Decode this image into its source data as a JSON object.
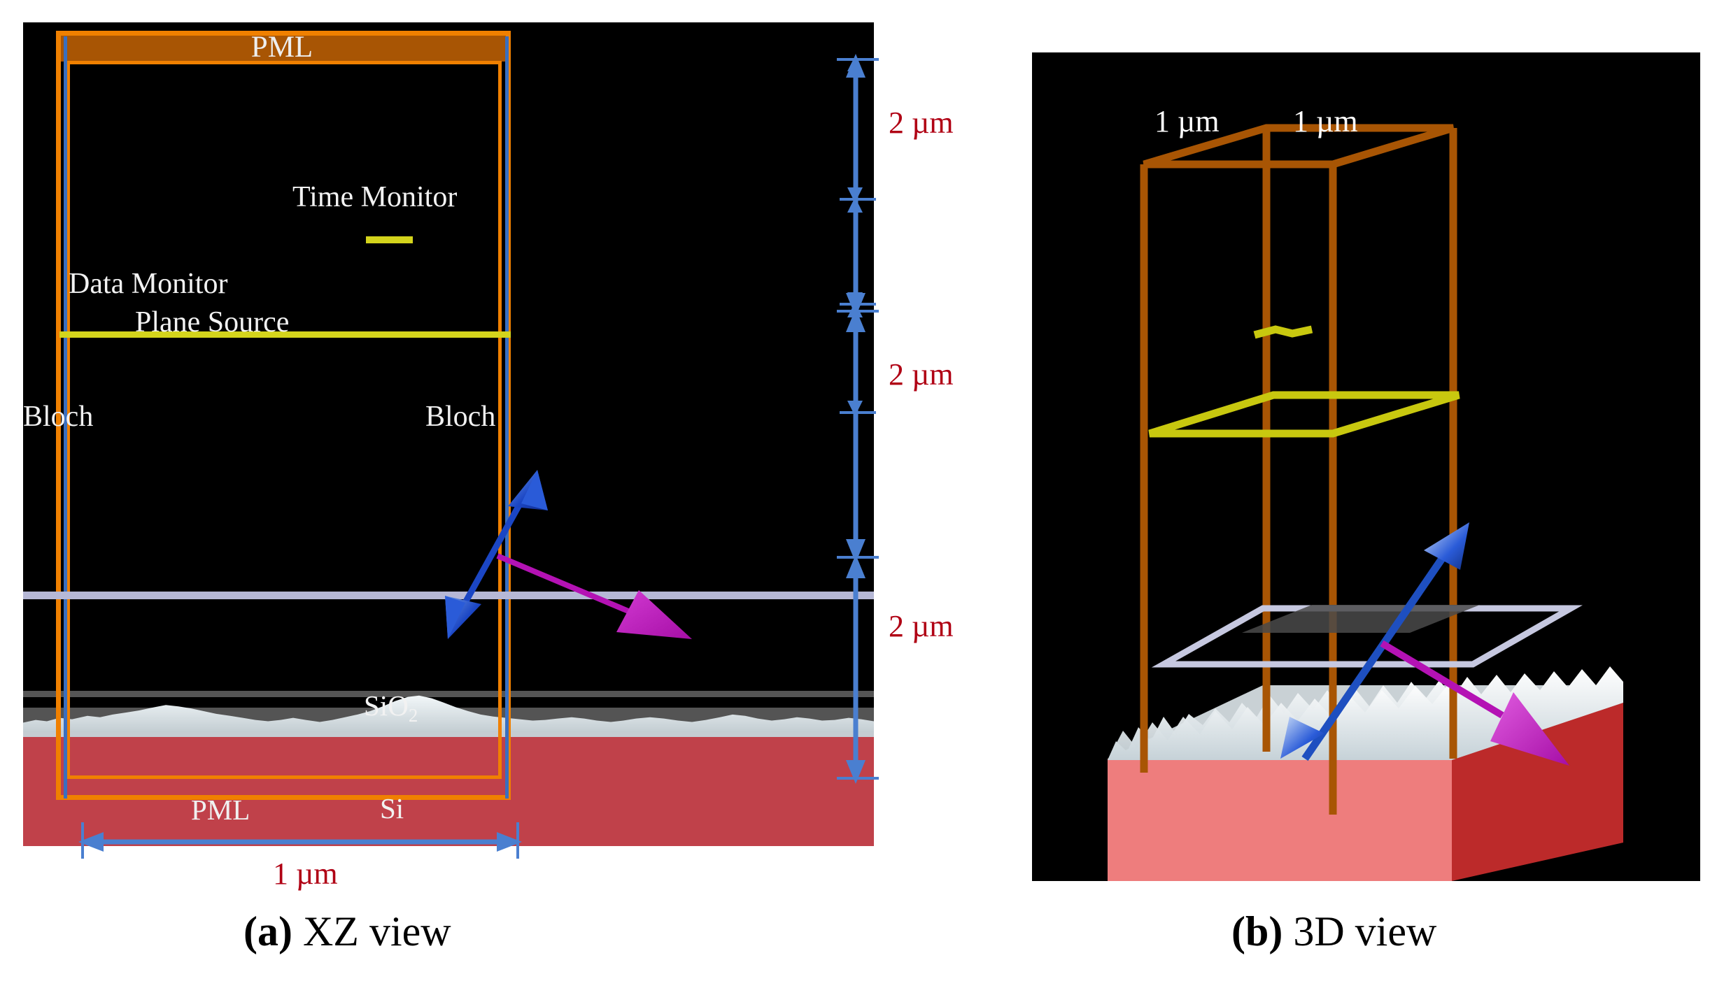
{
  "figure": {
    "title_absent": true,
    "panels": [
      {
        "id": "a",
        "caption_prefix": "(a)",
        "caption_text": "XZ view",
        "caption_full": "(a) XZ view"
      },
      {
        "id": "b",
        "caption_prefix": "(b)",
        "caption_text": "3D view",
        "caption_full": "(b) 3D view"
      }
    ]
  },
  "panel_xz": {
    "background_color": "#000000",
    "labels": {
      "pml_top": "PML",
      "pml_bottom": "PML",
      "time_monitor": "Time Monitor",
      "data_monitor": "Data Monitor",
      "bloch_left": "Bloch",
      "bloch_right": "Bloch",
      "plane_source": "Plane Source",
      "sio2": "SiO",
      "sio2_subscript": "2",
      "si": "Si"
    },
    "dimensions": {
      "vertical": [
        {
          "value": "2 µm",
          "from": "top PML inner edge",
          "to": "data monitor"
        },
        {
          "value": "2 µm",
          "from": "data monitor",
          "to": "plane source"
        },
        {
          "value": "2 µm",
          "from": "plane source",
          "to": "substrate surface"
        }
      ],
      "horizontal": [
        {
          "value": "1 µm",
          "span": "simulation region width"
        }
      ]
    },
    "colors": {
      "pml_fill": "#a85504",
      "sim_frame": "#f08000",
      "bloch_boundary": "#3a6fbf",
      "monitor_yellow": "#d4d41c",
      "source_plane": "#b6b8d6",
      "si_substrate": "#c0414a",
      "sio2_surface": "#dbe4e8",
      "interface_grey": "#545454",
      "dimension_arrow": "#4a7fd0",
      "dimension_text": "#b00014",
      "label_text": "#f2f2f2",
      "e_field_arrow": "#1040c0",
      "k_vector_arrow": "#c020c0"
    }
  },
  "panel_3d": {
    "background_color": "#000000",
    "labels": {
      "width_x": "1 µm",
      "width_y": "1 µm"
    },
    "colors": {
      "pml_box_edges": "#a85504",
      "data_monitor_plane": "#c8c80f",
      "time_monitor_marker": "#c8c80f",
      "source_plane_outline": "#c6c8e0",
      "source_plane_fill": "#4a4a4a",
      "si_substrate_front": "#ee7d7d",
      "si_substrate_side": "#bc2a2a",
      "rough_surface": "#eef4f6",
      "e_field_arrow": "#1e4fc0",
      "k_vector_arrow": "#c020c0"
    }
  }
}
